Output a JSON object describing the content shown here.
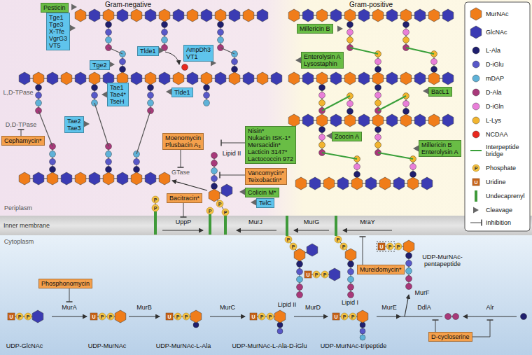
{
  "diagram": {
    "nodes": [
      {
        "text": [
          "Pesticin"
        ]
      },
      {
        "text": [
          "Tge1",
          "Tge3",
          "X-Tfe",
          "VgrG3",
          "VT5"
        ]
      },
      {
        "text": [
          "Tlde1"
        ]
      },
      {
        "text": [
          "AmpDh3",
          "VT1"
        ]
      },
      {
        "text": [
          "Millericin B"
        ]
      },
      {
        "text": [
          "Tge2"
        ]
      },
      {
        "text": [
          "Enterolysin A",
          "Lysostaphin"
        ]
      },
      {
        "text": [
          "Tae1",
          "Tae4*",
          "TseH"
        ]
      },
      {
        "text": [
          "Tlde1"
        ]
      },
      {
        "text": [
          "BacL1"
        ]
      },
      {
        "text": [
          "Tae2",
          "Tae3"
        ]
      },
      {
        "text": [
          "Zoocin A"
        ]
      },
      {
        "text": [
          "Cephamycin*"
        ]
      },
      {
        "text": [
          "Moenomycin",
          "Plusbacin A₃"
        ]
      },
      {
        "text": [
          "Nisin*",
          "Nukacin ISK-1*",
          "Mersacidin*",
          "Lacticin 3147*",
          "Lactococcin 972"
        ]
      },
      {
        "text": [
          "Millericin B",
          "Enterolysin A"
        ]
      },
      {
        "text": [
          "Vancomycin*",
          "Teixobactin*"
        ]
      },
      {
        "text": [
          "Colicin M*"
        ]
      },
      {
        "text": [
          "TelC"
        ]
      },
      {
        "text": [
          "Bacitracin*"
        ]
      },
      {
        "text": [
          "Mureidomycin*"
        ]
      },
      {
        "text": [
          "Phosphonomycin"
        ]
      },
      {
        "text": [
          "D-cycloserine"
        ]
      }
    ],
    "labels": [
      "Gram-negative",
      "Gram-positive",
      "L,D-TPase",
      "D,D-TPase",
      "Lipid II",
      "GTase",
      "UppP",
      "MurJ",
      "MurG",
      "MraY",
      "Periplasm",
      "Inner membrane",
      "Cytoplasm",
      "Lipid II",
      "Lipid I",
      "MurA",
      "MurB",
      "MurC",
      "MurD",
      "MurE",
      "MurF",
      "DdlA",
      "Alr",
      "UDP-GlcNAc",
      "UDP-MurNAc",
      "UDP-MurNAc-L-Ala",
      "UDP-MurNAc-L-Ala-D-iGlu",
      "UDP-MurNAc-tripeptide",
      "UDP-MurNAc-pentapeptide",
      "U",
      "P",
      "P",
      "U",
      "P",
      "P",
      "U",
      "P",
      "P",
      "U",
      "P",
      "P",
      "U",
      "P",
      "P",
      "U",
      "P",
      "P",
      "P",
      "P",
      "P",
      "P",
      "U",
      "P",
      "P",
      "P",
      "P",
      "P",
      "P",
      "P",
      "P",
      "U"
    ],
    "legend": [
      {
        "text": "MurNAc",
        "color": "#f07d1a"
      },
      {
        "text": "GlcNAc",
        "color": "#3b3bb3"
      },
      {
        "text": "L-Ala",
        "color": "#1f1f6e"
      },
      {
        "text": "D-iGlu",
        "color": "#5858c8"
      },
      {
        "text": "mDAP",
        "color": "#5fb2d8"
      },
      {
        "text": "D-Ala",
        "color": "#a8397a"
      },
      {
        "text": "D-iGln",
        "color": "#e97fd9"
      },
      {
        "text": "L-Lys",
        "color": "#f2b52f"
      },
      {
        "text": "NCDAA",
        "color": "#e8281e"
      },
      {
        "text": "Interpeptide bridge"
      },
      {
        "text": "Phosphate"
      },
      {
        "text": "Uridine"
      },
      {
        "text": "Undecaprenyl",
        "color": "#3f9a3a"
      },
      {
        "text": "Cleavage"
      },
      {
        "text": "Inhibition"
      }
    ]
  }
}
